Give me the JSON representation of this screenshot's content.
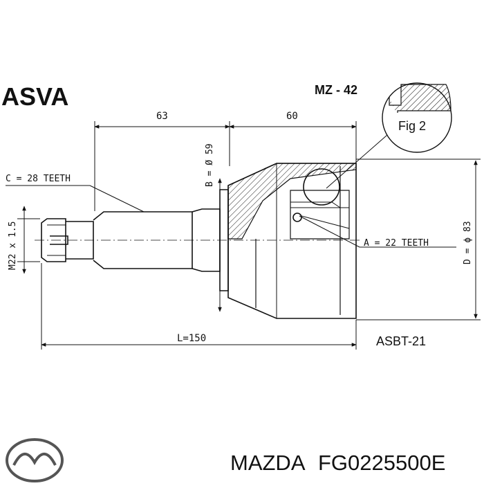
{
  "header": {
    "brand": "ASVA",
    "model_code": "MZ - 42",
    "fig_label": "Fig 2"
  },
  "dimensions": {
    "left_length": "63",
    "right_length": "60",
    "bearing_diameter": "B = Ø 59",
    "outer_diameter": "D = ϕ 83",
    "thread": "M22 x 1.5",
    "total_length": "L=150",
    "outer_teeth": "C = 28 TEETH",
    "inner_teeth": "A = 22 TEETH"
  },
  "boot_part": "ASBT-21",
  "footer": {
    "manufacturer": "MAZDA",
    "part_number": "FG0225500E"
  },
  "colors": {
    "ink": "#111111",
    "page": "#ffffff"
  },
  "icons": {
    "logo": "mazda-logo-icon"
  }
}
